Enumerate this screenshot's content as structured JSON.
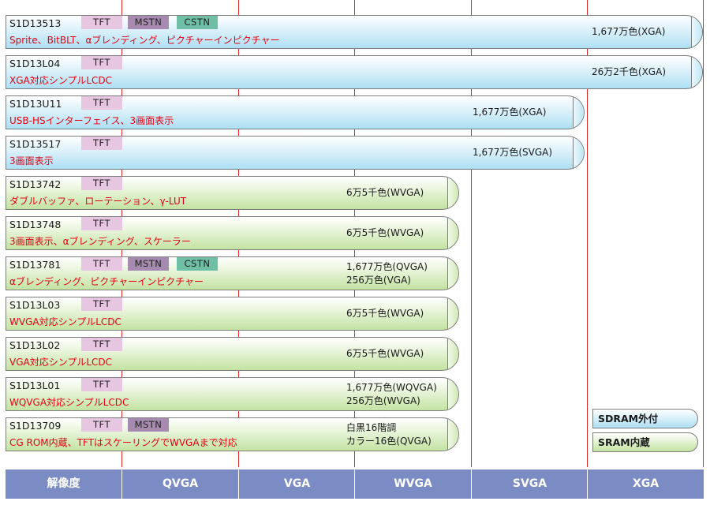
{
  "rows": [
    {
      "model": "S1D13513",
      "chips": [
        "TFT",
        "MSTN",
        "CSTN"
      ],
      "feature": "Sprite、BitBLT、αブレンディング、ピクチャーインピクチャー",
      "spec": [
        "1,677万色(XGA)"
      ],
      "color": "blue",
      "max": "XGA"
    },
    {
      "model": "S1D13L04",
      "chips": [
        "TFT"
      ],
      "feature": "XGA対応シンプルLCDC",
      "spec": [
        "26万2千色(XGA)"
      ],
      "color": "blue",
      "max": "XGA"
    },
    {
      "model": "S1D13U11",
      "chips": [
        "TFT"
      ],
      "feature": "USB-HSインターフェイス、3画面表示",
      "spec": [
        "1,677万色(XGA)"
      ],
      "color": "blue",
      "max": "SVGA"
    },
    {
      "model": "S1D13517",
      "chips": [
        "TFT"
      ],
      "feature": "3画面表示",
      "spec": [
        "1,677万色(SVGA)"
      ],
      "color": "blue",
      "max": "SVGA"
    },
    {
      "model": "S1D13742",
      "chips": [
        "TFT"
      ],
      "feature": "ダブルバッファ、ローテーション、γ-LUT",
      "spec": [
        "6万5千色(WVGA)"
      ],
      "color": "green",
      "max": "WVGA"
    },
    {
      "model": "S1D13748",
      "chips": [
        "TFT"
      ],
      "feature": "3画面表示、αブレンディング、スケーラー",
      "spec": [
        "6万5千色(WVGA)"
      ],
      "color": "green",
      "max": "WVGA"
    },
    {
      "model": "S1D13781",
      "chips": [
        "TFT",
        "MSTN",
        "CSTN"
      ],
      "feature": "αブレンディング、ピクチャーインピクチャー",
      "spec": [
        "1,677万色(QVGA)",
        "256万色(VGA)"
      ],
      "color": "green",
      "max": "WVGA"
    },
    {
      "model": "S1D13L03",
      "chips": [
        "TFT"
      ],
      "feature": "WVGA対応シンプルLCDC",
      "spec": [
        "6万5千色(WVGA)"
      ],
      "color": "green",
      "max": "WVGA"
    },
    {
      "model": "S1D13L02",
      "chips": [
        "TFT"
      ],
      "feature": "VGA対応シンプルLCDC",
      "spec": [
        "6万5千色(WVGA)"
      ],
      "color": "green",
      "max": "WVGA"
    },
    {
      "model": "S1D13L01",
      "chips": [
        "TFT"
      ],
      "feature": "WQVGA対応シンプルLCDC",
      "spec": [
        "1,677万色(WQVGA)",
        "256万色(WVGA)"
      ],
      "color": "green",
      "max": "WVGA"
    },
    {
      "model": "S1D13709",
      "chips": [
        "TFT",
        "MSTN"
      ],
      "feature": "CG ROM内蔵、TFTはスケーリングでWVGAまで対応",
      "spec": [
        "白黒16階調",
        "カラー16色(QVGA)"
      ],
      "color": "green",
      "max": "WVGA"
    }
  ],
  "legend": {
    "blue": "SDRAM外付",
    "green": "SRAM内蔵"
  },
  "footer": [
    "解像度",
    "QVGA",
    "VGA",
    "WVGA",
    "SVGA",
    "XGA"
  ]
}
